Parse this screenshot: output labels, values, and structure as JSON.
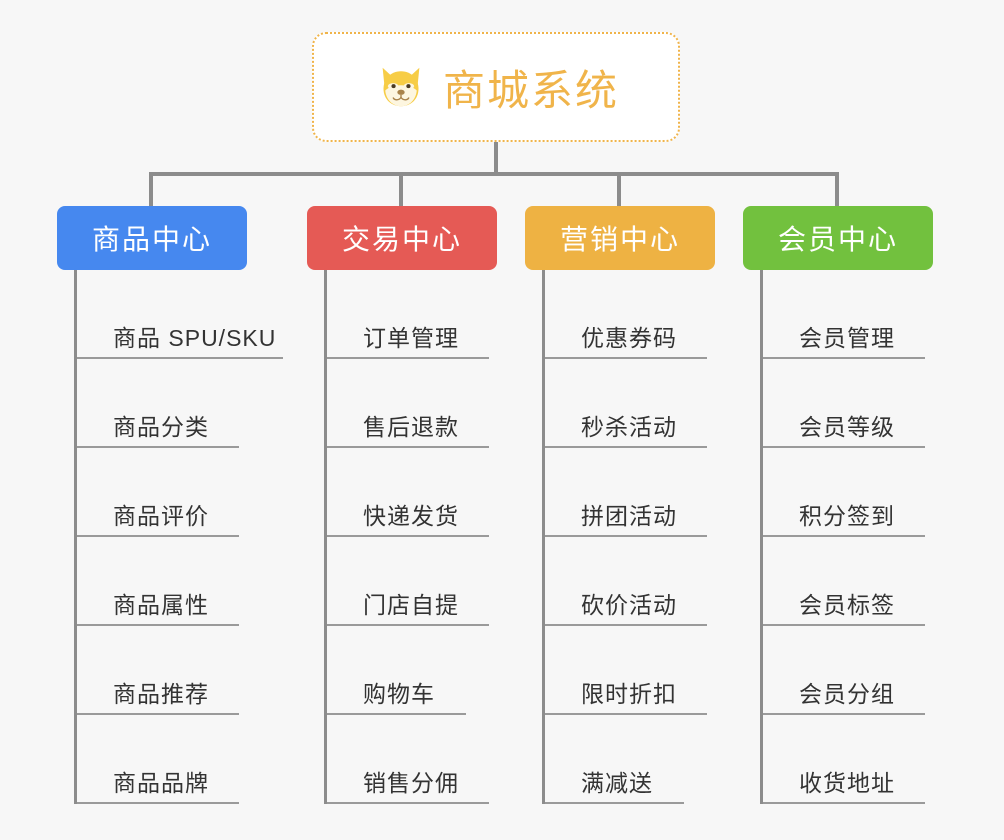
{
  "root": {
    "icon": "shiba-dog-face-icon",
    "title": "商城系统",
    "border_color": "#f0b44a",
    "text_color": "#f0b44a",
    "background": "#ffffff"
  },
  "canvas": {
    "background": "#f7f7f7",
    "connector_color": "#8c8c8c",
    "leaf_line_color": "#9a9a9a",
    "leaf_text_color": "#333333"
  },
  "columns": [
    {
      "id": "product-center",
      "title": "商品中心",
      "color": "#4688ef",
      "leaves": [
        {
          "label": "商品 SPU/SKU",
          "underline_width": 206
        },
        {
          "label": "商品分类",
          "underline_width": 162
        },
        {
          "label": "商品评价",
          "underline_width": 162
        },
        {
          "label": "商品属性",
          "underline_width": 162
        },
        {
          "label": "商品推荐",
          "underline_width": 162
        },
        {
          "label": "商品品牌",
          "underline_width": 162
        }
      ]
    },
    {
      "id": "trade-center",
      "title": "交易中心",
      "color": "#e55a55",
      "leaves": [
        {
          "label": "订单管理",
          "underline_width": 162
        },
        {
          "label": "售后退款",
          "underline_width": 162
        },
        {
          "label": "快递发货",
          "underline_width": 162
        },
        {
          "label": "门店自提",
          "underline_width": 162
        },
        {
          "label": "购物车",
          "underline_width": 139
        },
        {
          "label": "销售分佣",
          "underline_width": 162
        }
      ]
    },
    {
      "id": "marketing-center",
      "title": "营销中心",
      "color": "#eeb243",
      "leaves": [
        {
          "label": "优惠券码",
          "underline_width": 162
        },
        {
          "label": "秒杀活动",
          "underline_width": 162
        },
        {
          "label": "拼团活动",
          "underline_width": 162
        },
        {
          "label": "砍价活动",
          "underline_width": 162
        },
        {
          "label": "限时折扣",
          "underline_width": 162
        },
        {
          "label": "满减送",
          "underline_width": 139
        }
      ]
    },
    {
      "id": "member-center",
      "title": "会员中心",
      "color": "#72c13e",
      "leaves": [
        {
          "label": "会员管理",
          "underline_width": 162
        },
        {
          "label": "会员等级",
          "underline_width": 162
        },
        {
          "label": "积分签到",
          "underline_width": 162
        },
        {
          "label": "会员标签",
          "underline_width": 162
        },
        {
          "label": "会员分组",
          "underline_width": 162
        },
        {
          "label": "收货地址",
          "underline_width": 162
        }
      ]
    }
  ]
}
